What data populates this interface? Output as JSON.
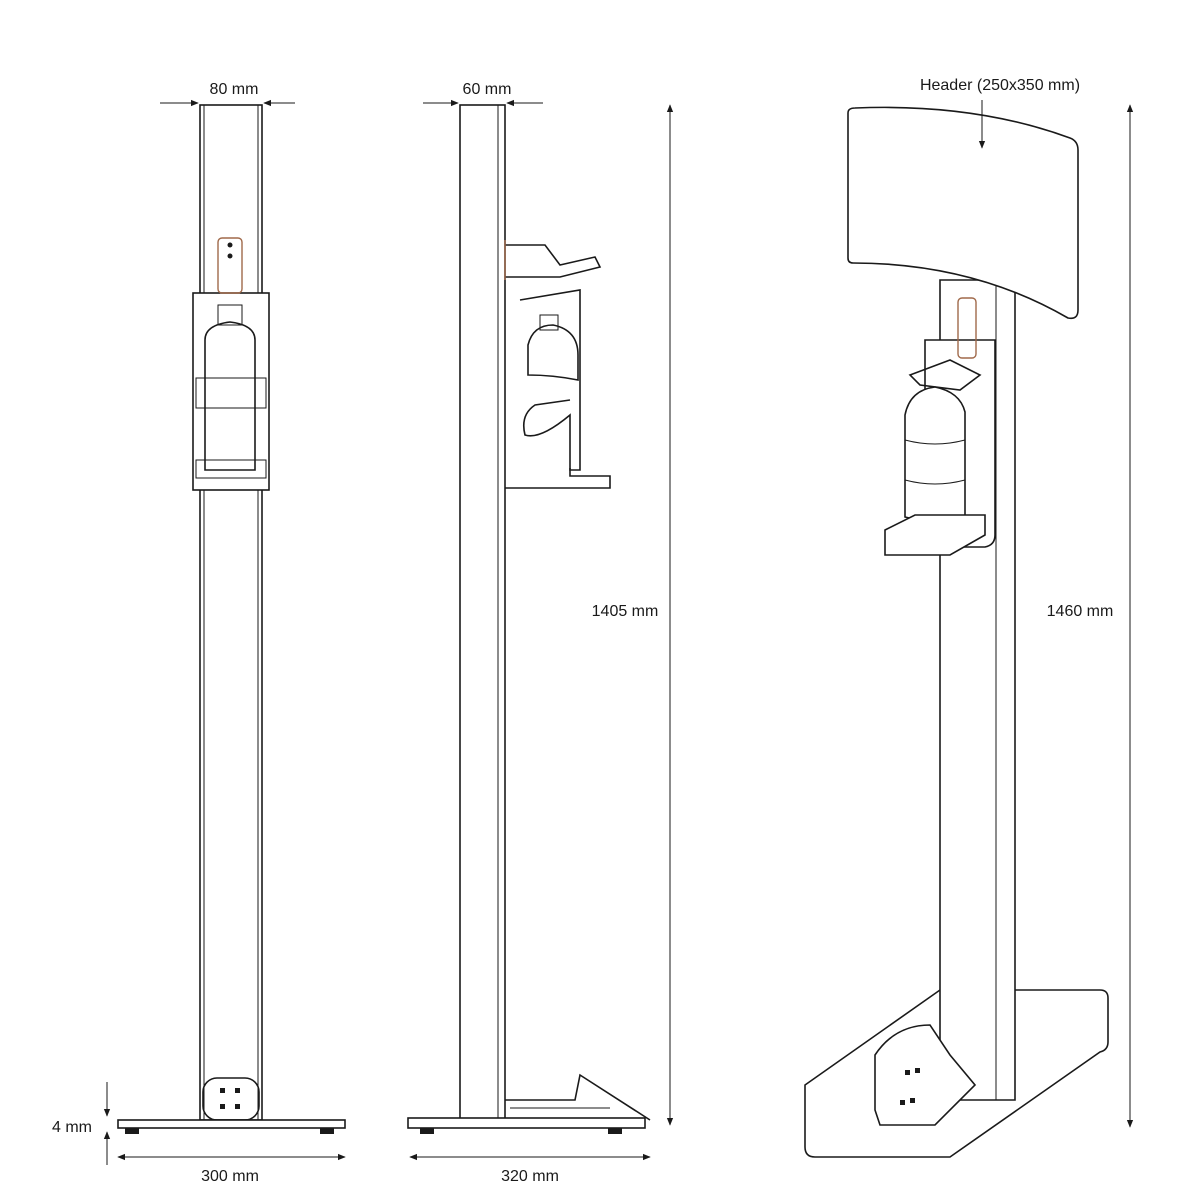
{
  "views": {
    "front": {
      "width_label": "80 mm",
      "base_thickness_label": "4 mm",
      "base_width_label": "300 mm"
    },
    "side": {
      "depth_label": "60 mm",
      "height_label": "1405 mm",
      "base_depth_label": "320 mm"
    },
    "perspective": {
      "header_label": "Header (250x350 mm)",
      "height_label": "1460 mm"
    }
  },
  "colors": {
    "line": "#1a1a1a",
    "accent": "#a0694a"
  }
}
